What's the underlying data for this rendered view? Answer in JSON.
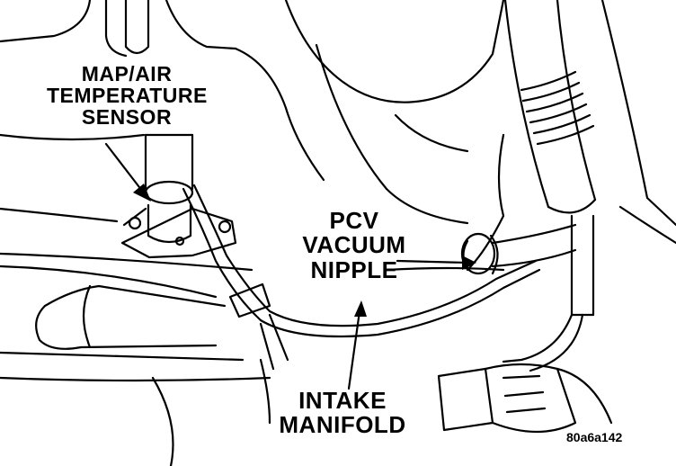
{
  "labels": {
    "map_sensor": [
      "MAP/AIR",
      "TEMPERATURE",
      "SENSOR"
    ],
    "pcv_nipple": [
      "PCV",
      "VACUUM",
      "NIPPLE"
    ],
    "intake_manifold": [
      "INTAKE",
      "MANIFOLD"
    ]
  },
  "figure_code": "80a6a142"
}
